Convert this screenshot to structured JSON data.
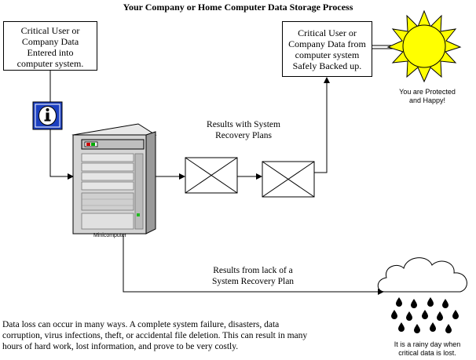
{
  "title": "Your Company or Home Computer Data Storage Process",
  "input_box": {
    "lines": [
      "Critical User or",
      "Company Data",
      "Entered into",
      "computer system."
    ]
  },
  "backup_box": {
    "lines": [
      "Critical User or",
      "Company Data from",
      "computer system",
      "Safely Backed  up."
    ]
  },
  "sun_caption": {
    "lines": [
      "You are Protected",
      "and Happy!"
    ]
  },
  "results_with_plan": {
    "lines": [
      "Results with System",
      "Recovery  Plans"
    ]
  },
  "computer_label": "Minicomputer",
  "results_without_plan": {
    "lines": [
      "Results from lack of  a",
      "System Recovery Plan"
    ]
  },
  "rain_caption": {
    "lines": [
      "It is a rainy day when",
      "critical data is lost."
    ]
  },
  "footer_text": {
    "lines": [
      "Data loss can occur in many ways. A complete system failure, disasters, data",
      "corruption, virus infections, theft, or accidental file deletion. This can result in many",
      "hours of hard work, lost information, and prove to be very costly."
    ]
  },
  "info_icon": "info-icon",
  "colors": {
    "sun_fill": "#ffff00",
    "info_blue": "#1b3fc0",
    "server_body": "#d4d4d4"
  }
}
